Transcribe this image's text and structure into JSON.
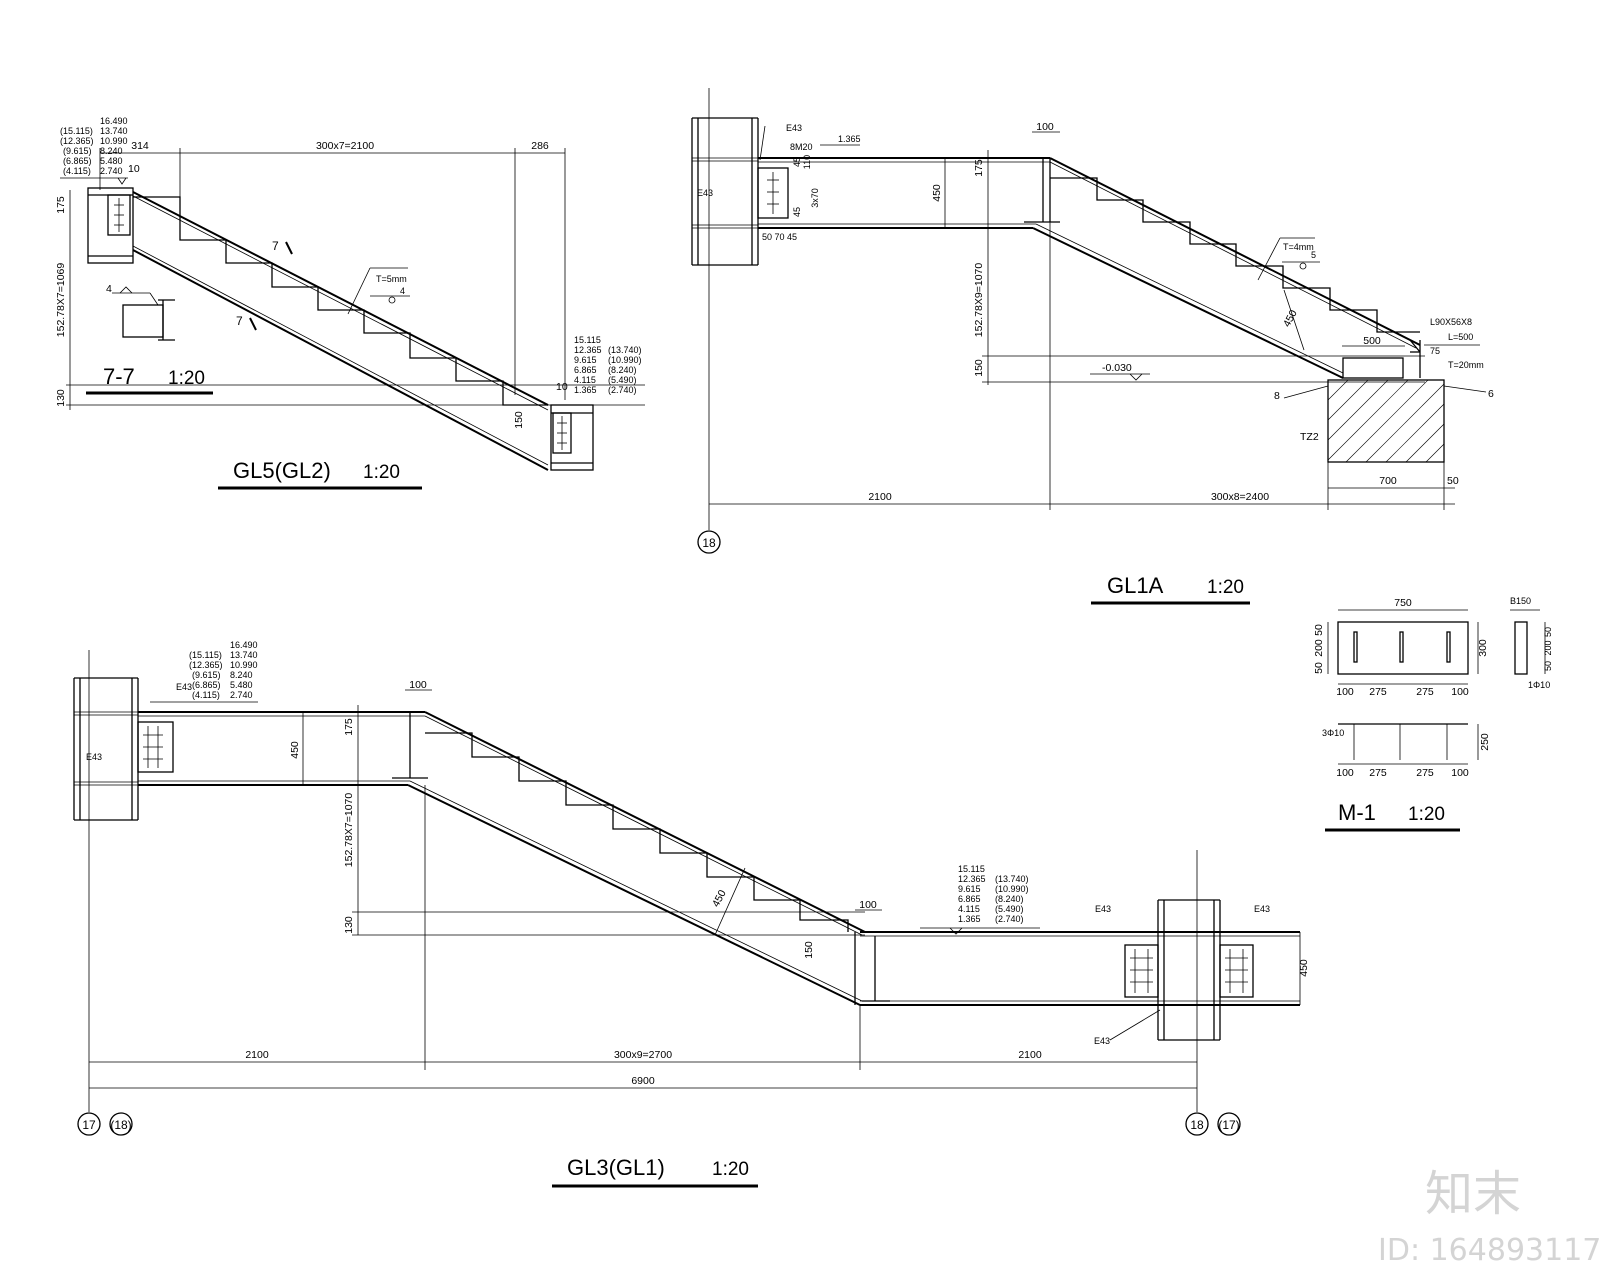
{
  "gl5": {
    "title": "GL5(GL2)",
    "scale": "1:20",
    "dim_left": "314",
    "dim_mid": "300x7=2100",
    "dim_right": "286",
    "riser_dim": "152.78X7=1069",
    "dim_175": "175",
    "dim_130": "130",
    "dim_150": "150",
    "dim_10_top": "10",
    "dim_10_bot": "10",
    "weld_note": "T=5mm",
    "weld_size": "4",
    "weld_label_4": "4",
    "cut_a": "7",
    "cut_b": "7",
    "elev_top": [
      "16.490",
      "13.740",
      "10.990",
      "8.240",
      "5.480",
      "2.740"
    ],
    "elev_top_paren": [
      "(15.115)",
      "(12.365)",
      "(9.615)",
      "(6.865)",
      "(4.115)"
    ],
    "elev_bot": [
      "15.115",
      "12.365",
      "9.615",
      "6.865",
      "4.115",
      "1.365"
    ],
    "elev_bot_paren": [
      "(13.740)",
      "(10.990)",
      "(8.240)",
      "(5.490)",
      "(2.740)"
    ],
    "section_title": "7-7",
    "section_scale": "1:20"
  },
  "gl1a": {
    "title": "GL1A",
    "scale": "1:20",
    "grid": "18",
    "dim_2100": "2100",
    "dim_2400": "300x8=2400",
    "dim_100": "100",
    "dim_175": "175",
    "dim_450": "450",
    "dim_450_diag": "450",
    "dim_150": "150",
    "riser_dim": "152.78X9=1070",
    "elev_1365": "1.365",
    "elev_0": "-0.030",
    "weld_e43": "E43",
    "weld_e43_b": "E43",
    "bolts": "8M20",
    "bolt_dim": "3x70",
    "dims_small": [
      "45",
      "110",
      "45"
    ],
    "dim_507045": "50 70 45",
    "weld_note": "T=4mm",
    "weld_5": "5",
    "angle_note": "L90X56X8",
    "angle_len": "L=500",
    "plate_note": "T=20mm",
    "dim_500": "500",
    "dim_75": "75",
    "dim_700": "700",
    "dim_50": "50",
    "footing": "TZ2",
    "mark_8": "8",
    "mark_6": "6"
  },
  "m1": {
    "title": "M-1",
    "scale": "1:20",
    "dim_750": "750",
    "dim_300": "300",
    "left_dims": [
      "50",
      "200",
      "50"
    ],
    "bottom_dims": [
      "100",
      "275",
      "275",
      "100"
    ],
    "bottom2_dims": [
      "100",
      "275",
      "275",
      "100"
    ],
    "dim_250": "250",
    "rebar": "3Φ10",
    "side_top": "B150",
    "side_dims": [
      "50",
      "200",
      "50"
    ],
    "side_bot": "1Φ10"
  },
  "gl3": {
    "title": "GL3(GL1)",
    "scale": "1:20",
    "grid_left": "17",
    "grid_left_paren": "(18)",
    "grid_right": "18",
    "grid_right_paren": "(17)",
    "dim_2100_a": "2100",
    "dim_2700": "300x9=2700",
    "dim_2100_b": "2100",
    "dim_total": "6900",
    "dim_100_a": "100",
    "dim_100_b": "100",
    "dim_175": "175",
    "dim_450_left": "450",
    "dim_450_right": "450",
    "dim_450_diag": "450",
    "dim_130": "130",
    "dim_150": "150",
    "riser_dim": "152.78X7=1070",
    "weld_e43": [
      "E43",
      "E43",
      "E43",
      "E43",
      "E43"
    ],
    "elev_top": [
      "16.490",
      "13.740",
      "10.990",
      "8.240",
      "5.480",
      "2.740"
    ],
    "elev_top_paren": [
      "(15.115)",
      "(12.365)",
      "(9.615)",
      "(6.865)",
      "(4.115)"
    ],
    "elev_mid": [
      "15.115",
      "12.365",
      "9.615",
      "6.865",
      "4.115",
      "1.365"
    ],
    "elev_mid_paren": [
      "(13.740)",
      "(10.990)",
      "(8.240)",
      "(5.490)",
      "(2.740)"
    ]
  },
  "watermark": {
    "brand": "知末",
    "id": "ID: 164893117"
  }
}
